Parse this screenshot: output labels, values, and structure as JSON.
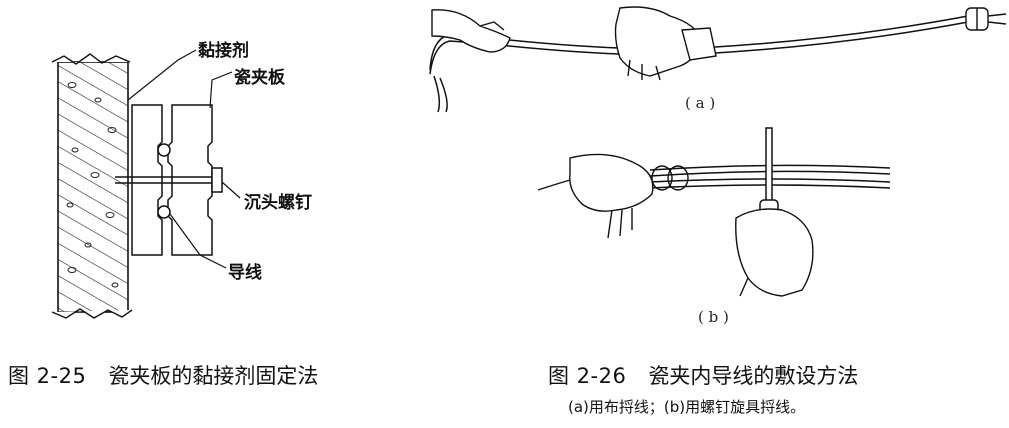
{
  "fig25": {
    "number": "图 2-25",
    "title": "瓷夹板的黏接剂固定法",
    "labels": {
      "adhesive": "黏接剂",
      "porcelain_clamp": "瓷夹板",
      "countersunk_screw": "沉头螺钉",
      "wire": "导线"
    }
  },
  "fig26": {
    "number": "图 2-26",
    "title": "瓷夹内导线的敷设方法",
    "subcaption": "(a)用布捋线；(b)用螺钉旋具捋线。",
    "panel_a": "( a )",
    "panel_b": "( b )"
  }
}
